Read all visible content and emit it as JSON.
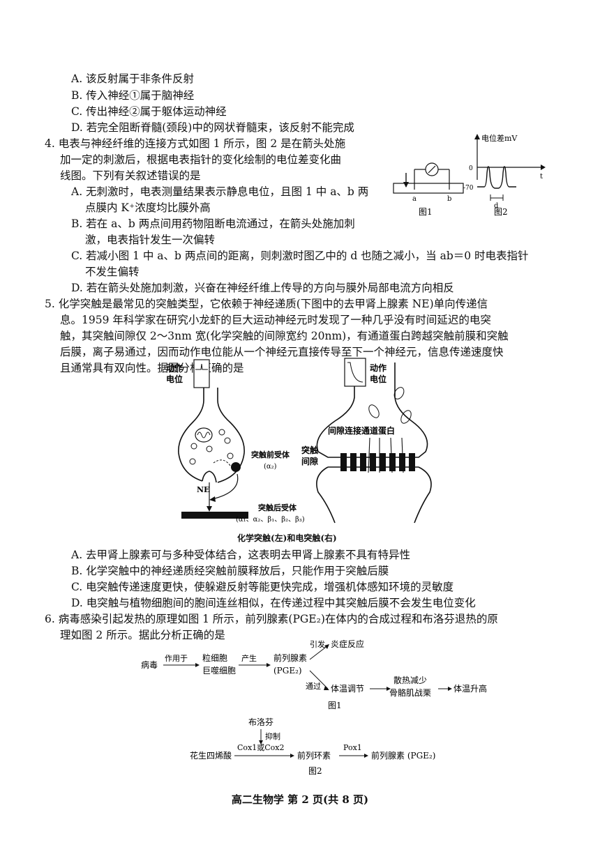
{
  "q3": {
    "A": "A. 该反射属于非条件反射",
    "B": "B. 传入神经①属于脑神经",
    "C": "C. 传出神经②属于躯体运动神经",
    "D": "D. 若完全阻断脊髓(颈段)中的网状脊髓束，该反射不能完成"
  },
  "q4": {
    "stem1": "4.  电表与神经纤维的连接方式如图 1 所示，图 2 是在箭头处施",
    "stem2": "加一定的刺激后，根据电表指针的变化绘制的电位差变化曲",
    "stem3": "线图。下列有关叙述错误的是",
    "A1": "A.  无刺激时，电表测量结果表示静息电位，且图 1 中 a、b 两",
    "A2": "点膜内 K⁺浓度均比膜外高",
    "B1": "B.  若在 a、b 两点间用药物阻断电流通过，在箭头处施加刺",
    "B2": "激，电表指针发生一次偏转",
    "C1": "C.  若减小图 1 中 a、b 两点间的距离，则刺激时图乙中的 d 也随之减小，当 ab＝0 时电表指针",
    "C2": "不发生偏转",
    "D": "D.  若在箭头处施加刺激，兴奋在神经纤维上传导的方向与膜外局部电流方向相反",
    "fig": {
      "ylabel": "电位差mV",
      "t": "t",
      "zero": "0",
      "minus70": "-70",
      "d": "d",
      "a": "a",
      "b": "b",
      "fig1": "图1",
      "fig2": "图2"
    }
  },
  "q5": {
    "l1": "5.  化学突触是最常见的突触类型，它依赖于神经递质(下图中的去甲肾上腺素 NE)单向传递信",
    "l2": "息。1959 年科学家在研究小龙虾的巨大运动神经元时发现了一种几乎没有时间延迟的电突",
    "l3": "触，其突触间隙仅 2～3nm 宽(化学突触的间隙宽约 20nm)，有通道蛋白跨越突触前膜和突触",
    "l4": "后膜，离子易通过，因而动作电位能从一个神经元直接传导至下一个神经元，信息传递速度快",
    "l5": "且通常具有双向性。据图分析正确的是",
    "fig": {
      "ap_left_1": "动作",
      "ap_left_2": "电位",
      "ap_right_1": "动作",
      "ap_right_2": "电位",
      "pre_receptor": "突触前受体",
      "pre_receptor_sub": "(α₂)",
      "ne": "NE",
      "post_receptor": "突触后受体",
      "post_receptor_sub": "(α₁、α₂、β₁、β₂、β₃)",
      "gap_protein": "间隙连接通道蛋白",
      "cleft_1": "突触",
      "cleft_2": "间隙",
      "caption": "化学突触(左)和电突触(右)"
    },
    "A": "A.  去甲肾上腺素可与多种受体结合，这表明去甲肾上腺素不具有特异性",
    "B": "B.  化学突触中的神经递质经突触前膜释放后，只能作用于突触后膜",
    "C": "C.  电突触传递速度更快，使躲避反射等能更快完成，增强机体感知环境的灵敏度",
    "D": "D.  电突触与植物细胞间的胞间连丝相似，在传递过程中其突触后膜不会发生电位变化"
  },
  "q6": {
    "l1": "6.  病毒感染引起发热的原理如图 1 所示，前列腺素(PGE₂)在体内的合成过程和布洛芬退热的原",
    "l2": "理如图 2 所示。据此分析正确的是",
    "fig1": {
      "virus": "病毒",
      "acts_on": "作用于",
      "cell1": "粒细胞",
      "cell2": "巨噬细胞",
      "produce": "产生",
      "pge1": "前列腺素",
      "pge2": "(PGE₂)",
      "trigger": "引发",
      "inflam": "炎症反应",
      "via": "通过",
      "thermo": "体温调节",
      "heat_less": "散热减少",
      "shiver": "骨骼肌战栗",
      "rise": "体温升高",
      "caption": "图1"
    },
    "fig2": {
      "ibu": "布洛芬",
      "inhibit": "抑制",
      "aa": "花生四烯酸",
      "cox": "Cox1或Cox2",
      "pgh": "前列环素",
      "pox": "Pox1",
      "pge": "前列腺素 (PGE₂)",
      "caption": "图2"
    }
  },
  "footer": "高二生物学   第 2 页(共 8 页)"
}
